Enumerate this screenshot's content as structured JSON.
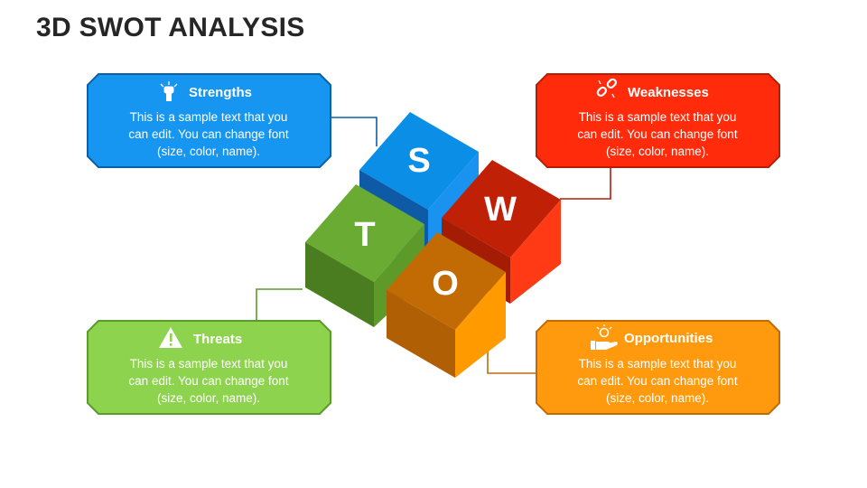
{
  "page": {
    "title": "3D SWOT ANALYSIS"
  },
  "cubes": {
    "s": {
      "letter": "S",
      "colors": {
        "top": "#0a8ee6",
        "front": "#0f5aa6",
        "right": "#1a93f0"
      }
    },
    "w": {
      "letter": "W",
      "colors": {
        "top": "#c02006",
        "front": "#a51c05",
        "right": "#ff3a14"
      }
    },
    "t": {
      "letter": "T",
      "colors": {
        "top": "#6aac33",
        "front": "#4a7d1f",
        "right": "#5e9a2a"
      }
    },
    "o": {
      "letter": "O",
      "colors": {
        "top": "#c26b05",
        "front": "#b05f04",
        "right": "#ff9a00"
      }
    }
  },
  "boxes": {
    "strengths": {
      "title": "Strengths",
      "icon": "raised-fist-icon",
      "color": "#1696f0",
      "border": "#0b5fa8",
      "lines": [
        "This is a sample text that you",
        "can edit. You can change font",
        "(size, color, name)."
      ]
    },
    "weaknesses": {
      "title": "Weaknesses",
      "icon": "broken-link-icon",
      "color": "#ff2b0a",
      "border": "#b51d05",
      "lines": [
        "This is a sample text that you",
        "can edit. You can change font",
        "(size, color, name)."
      ]
    },
    "threats": {
      "title": "Threats",
      "icon": "warning-triangle-icon",
      "color": "#8ed34e",
      "border": "#5b9a2c",
      "lines": [
        "This is a sample text that you",
        "can edit. You can change font",
        "(size, color, name)."
      ]
    },
    "opportunities": {
      "title": "Opportunities",
      "icon": "hand-with-coin-icon",
      "color": "#ff9a0f",
      "border": "#c26b05",
      "lines": [
        "This is a sample text that you",
        "can edit. You can change font",
        "(size, color, name)."
      ]
    }
  }
}
